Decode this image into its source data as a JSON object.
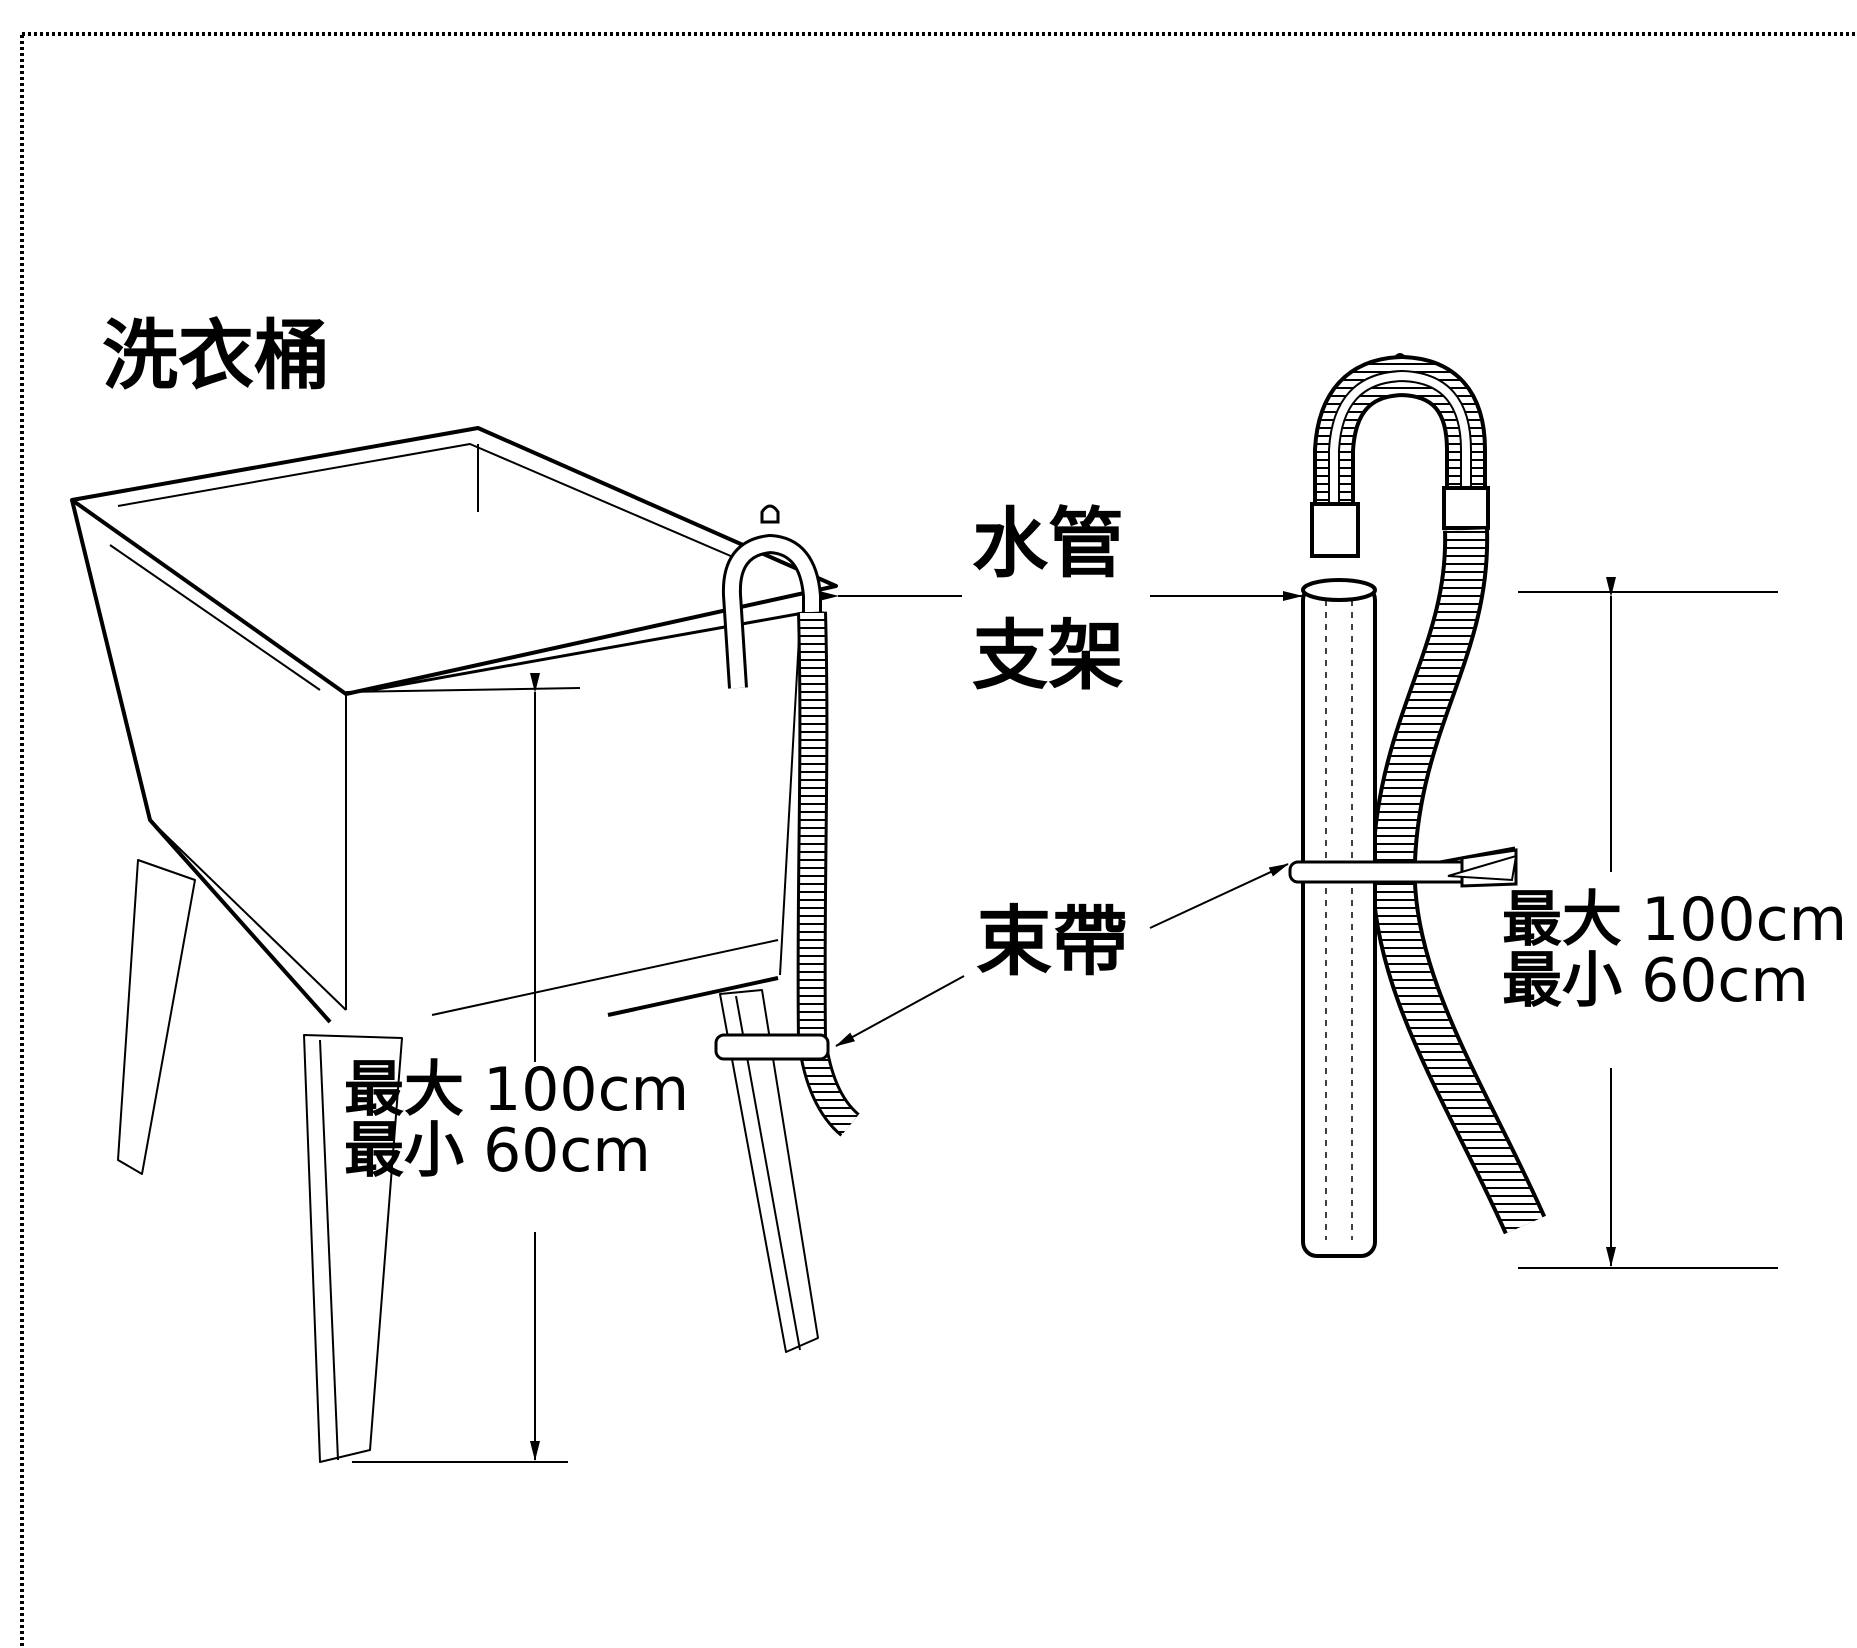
{
  "diagram": {
    "labels": {
      "laundry_tub": "洗衣桶",
      "hose_holder_line1": "水管",
      "hose_holder_line2": "支架",
      "cable_tie": "束帶"
    },
    "tub_dimension": {
      "max_label": "最大",
      "max_value": "100cm",
      "min_label": "最小",
      "min_value": "60cm"
    },
    "standpipe_dimension": {
      "max_label": "最大",
      "max_value": "100cm",
      "min_label": "最小",
      "min_value": "60cm"
    }
  }
}
